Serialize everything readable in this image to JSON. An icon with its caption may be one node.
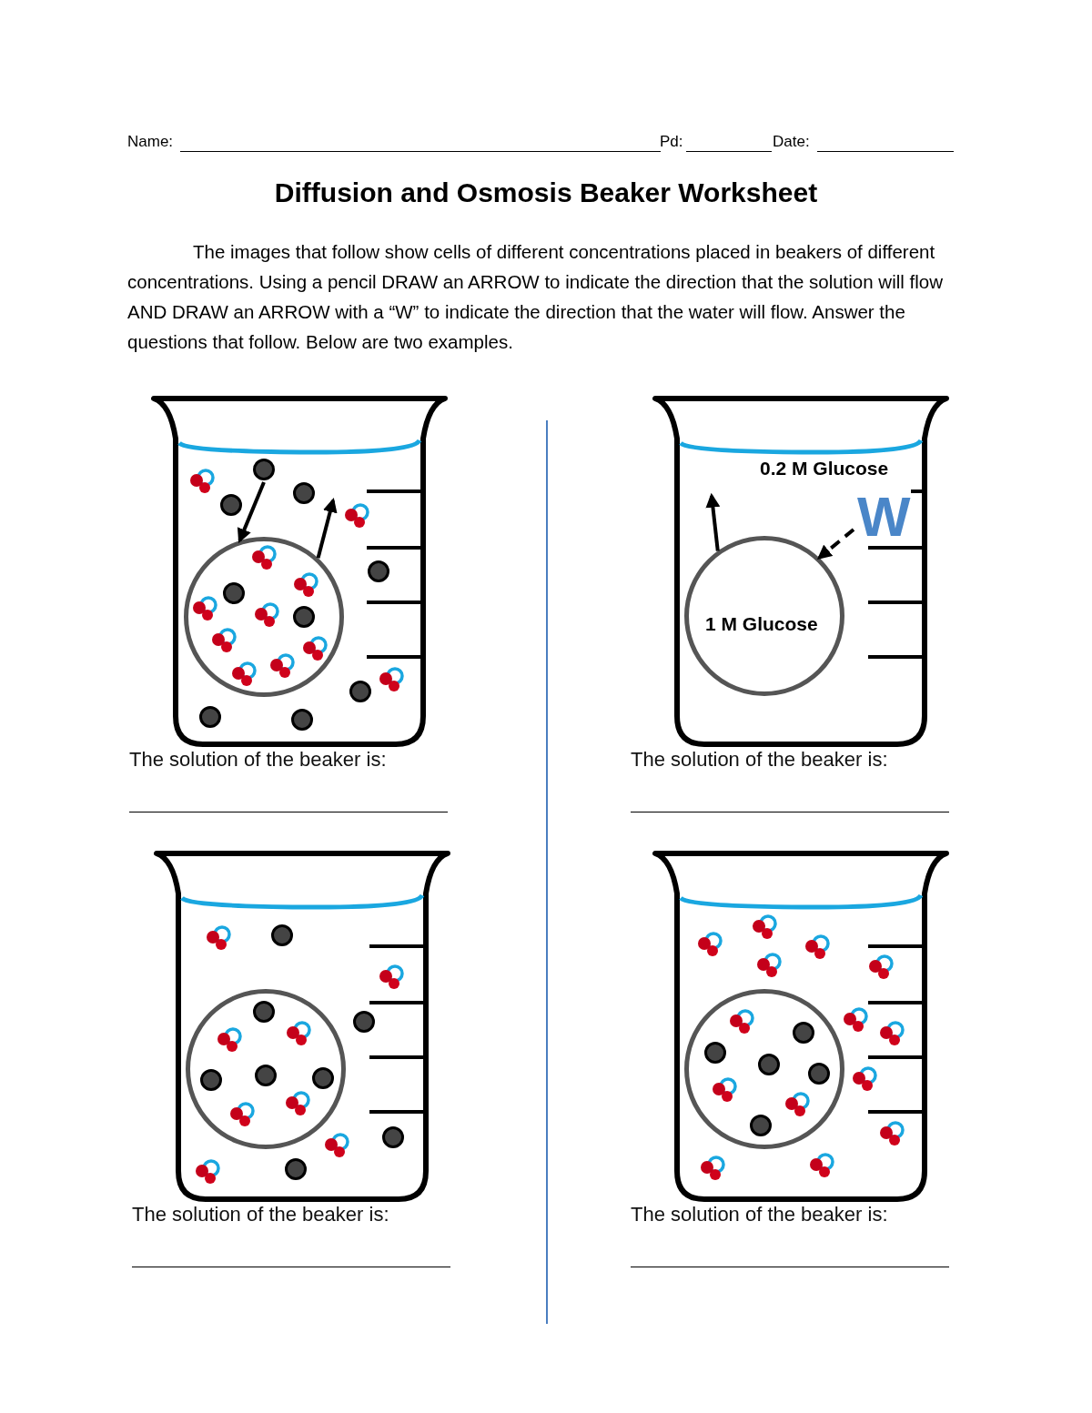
{
  "diagram": {
    "title": "Diffusion and Osmosis Beaker Worksheet",
    "nodes": [
      {
        "text": [],
        "shape": "beaker",
        "beside": [
          "The solution of the beaker is:"
        ]
      },
      {
        "text": [],
        "shape": "circle",
        "in": 0
      },
      {
        "text": [
          "0.2 M Glucose"
        ],
        "beside": [
          "The solution of the beaker is:"
        ]
      },
      {
        "text": [
          "1 M Glucose"
        ],
        "in": 2
      },
      {
        "text": [],
        "shape": "beaker",
        "beside": [
          "The solution of the beaker is:"
        ]
      },
      {
        "text": [],
        "shape": "circle",
        "in": 4
      },
      {
        "text": [],
        "shape": "beaker",
        "beside": [
          "The solution of the beaker is:"
        ]
      },
      {
        "text": [],
        "shape": "circle",
        "in": 6
      }
    ],
    "edges": [
      {
        "from": null,
        "to": 1,
        "arrow": "to"
      },
      {
        "from": 1,
        "to": null,
        "arrow": "to"
      },
      {
        "from": 3,
        "to": null,
        "arrow": "to"
      },
      {
        "from": null,
        "to": 3,
        "arrow": "to",
        "style": "dashed",
        "label": "W"
      }
    ],
    "labels": [
      "Name:",
      "Pd:",
      "Date:",
      "The images that follow show cells of different concentrations placed in beakers of different concentrations.  Using a pencil DRAW an ARROW to indicate the direction that the solution will flow AND DRAW an ARROW with a “W” to indicate the direction that the water will flow.  Answer the questions that follow.  Below are two examples."
    ]
  }
}
